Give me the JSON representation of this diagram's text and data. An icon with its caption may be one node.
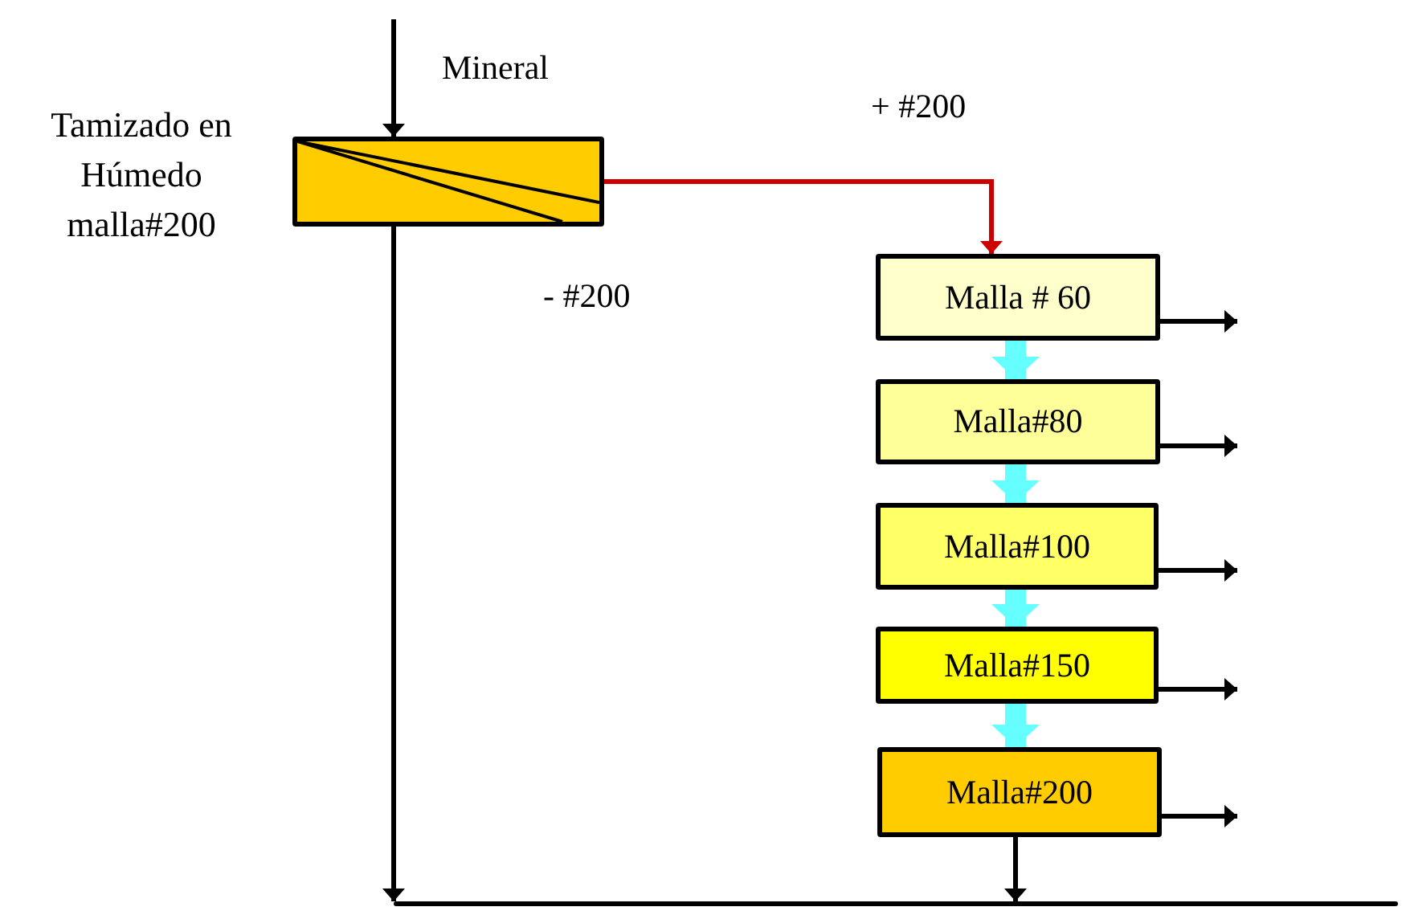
{
  "diagram": {
    "nodes": [
      {
        "text": [],
        "shape": "box",
        "beside": [
          "Tamizado en Húmedo malla#200"
        ]
      },
      {
        "text": [
          "Malla # 60"
        ]
      },
      {
        "text": [
          "Malla#80"
        ]
      },
      {
        "text": [
          "Malla#100"
        ]
      },
      {
        "text": [
          "Malla#150"
        ]
      },
      {
        "text": [
          "Malla#200"
        ]
      },
      {
        "text": [],
        "shape": "bar"
      }
    ],
    "edges": [
      {
        "from": null,
        "to": 0,
        "arrow": "to",
        "label": "Mineral"
      },
      {
        "from": 0,
        "to": 1,
        "arrow": "to",
        "label": "+ #200",
        "color": "#cc0000"
      },
      {
        "from": 0,
        "to": 6,
        "arrow": "to",
        "label": "- #200"
      },
      {
        "from": 1,
        "to": 2,
        "arrow": "to",
        "style": "thick",
        "color": "#66ffff"
      },
      {
        "from": 2,
        "to": 3,
        "arrow": "to",
        "style": "thick",
        "color": "#66ffff"
      },
      {
        "from": 3,
        "to": 4,
        "arrow": "to",
        "style": "thick",
        "color": "#66ffff"
      },
      {
        "from": 4,
        "to": 5,
        "arrow": "to",
        "style": "thick",
        "color": "#66ffff"
      },
      {
        "from": 1,
        "to": null,
        "arrow": "to"
      },
      {
        "from": 2,
        "to": null,
        "arrow": "to"
      },
      {
        "from": 3,
        "to": null,
        "arrow": "to"
      },
      {
        "from": 4,
        "to": null,
        "arrow": "to"
      },
      {
        "from": 5,
        "to": null,
        "arrow": "to"
      },
      {
        "from": 5,
        "to": 6,
        "arrow": "to"
      }
    ]
  }
}
